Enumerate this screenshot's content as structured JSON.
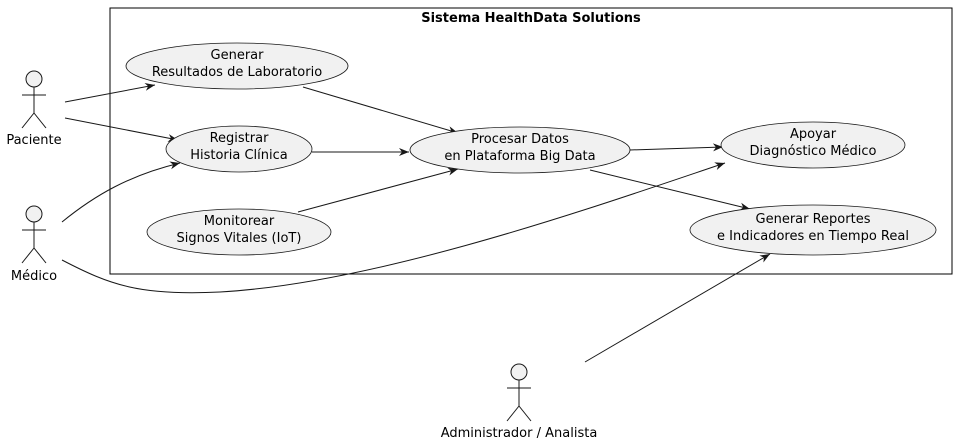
{
  "system": {
    "title": "Sistema HealthData Solutions"
  },
  "use_cases": {
    "generar_resultados": {
      "line1": "Generar",
      "line2": "Resultados de Laboratorio"
    },
    "registrar_historia": {
      "line1": "Registrar",
      "line2": "Historia Clínica"
    },
    "monitorear_signos": {
      "line1": "Monitorear",
      "line2": "Signos Vitales (IoT)"
    },
    "procesar_datos": {
      "line1": "Procesar Datos",
      "line2": "en Plataforma Big Data"
    },
    "apoyar_diagnostico": {
      "line1": "Apoyar",
      "line2": "Diagnóstico Médico"
    },
    "generar_reportes": {
      "line1": "Generar Reportes",
      "line2": "e Indicadores en Tiempo Real"
    }
  },
  "actors": {
    "paciente": "Paciente",
    "medico": "Médico",
    "administrador": "Administrador / Analista"
  },
  "colors": {
    "fill": "#f1f1f1",
    "stroke": "#181818"
  }
}
